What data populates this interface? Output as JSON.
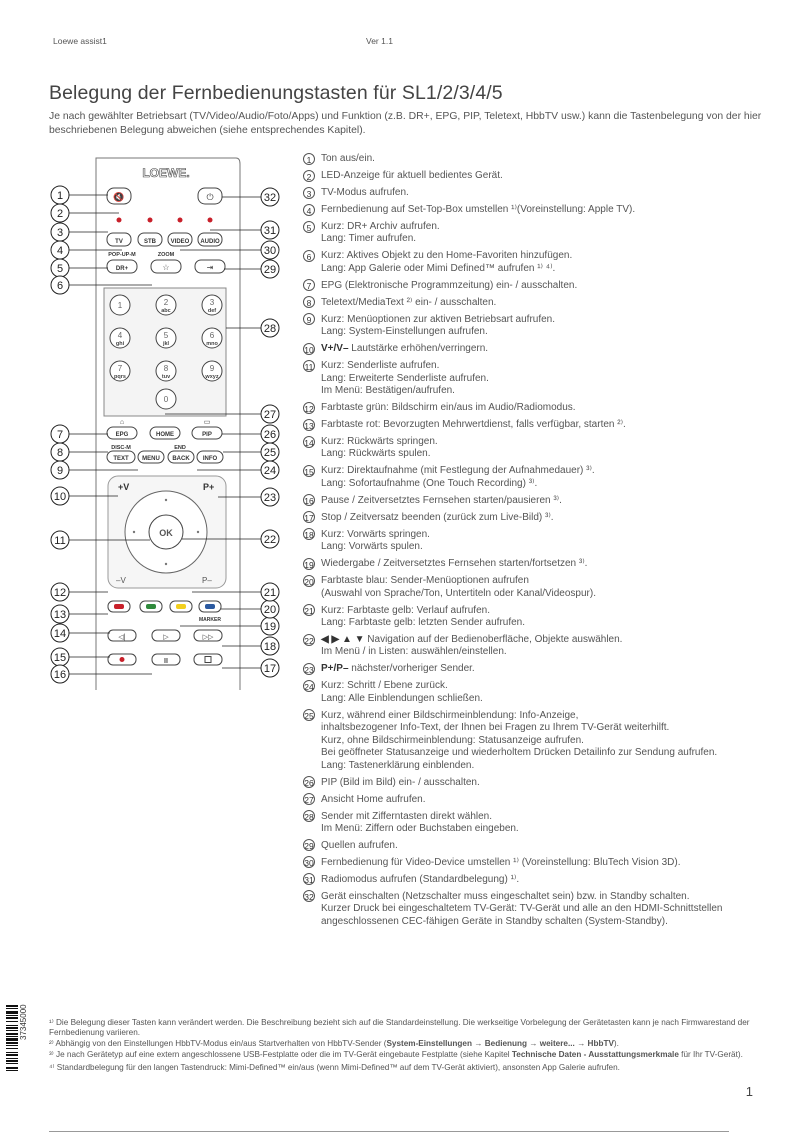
{
  "header": {
    "left": "Loewe assist1",
    "center": "Ver 1.1"
  },
  "title": "Belegung der Fernbedienungstasten für SL1/2/3/4/5",
  "intro": "Je nach gewählter Betriebsart (TV/Video/Audio/Foto/Apps) und Funktion (z.B. DR+, EPG, PIP, Teletext, HbbTV usw.) kann die Tastenbelegung von der hier beschriebenen Belegung abweichen (siehe entsprechendes Kapitel).",
  "remote": {
    "brand": "LOEWE.",
    "buttons": {
      "tv": "TV",
      "stb": "STB",
      "video": "VIDEO",
      "audio": "AUDIO",
      "pop_up_m": "POP-UP-M",
      "zoom": "ZOOM",
      "dr_plus": "DR+",
      "epg": "EPG",
      "home": "HOME",
      "pip": "PIP",
      "disc_m": "DISC-M",
      "end": "END",
      "text": "TEXT",
      "menu": "MENU",
      "back": "BACK",
      "info": "INFO",
      "ok": "OK",
      "v_plus": "+V",
      "v_minus": "–V",
      "p_plus": "P+",
      "p_minus": "P–",
      "marker": "MARKER"
    },
    "digits": [
      {
        "n": "1",
        "l": ""
      },
      {
        "n": "2",
        "l": "abc"
      },
      {
        "n": "3",
        "l": "def"
      },
      {
        "n": "4",
        "l": "ghi"
      },
      {
        "n": "5",
        "l": "jkl"
      },
      {
        "n": "6",
        "l": "mno"
      },
      {
        "n": "7",
        "l": "pqrs"
      },
      {
        "n": "8",
        "l": "tuv"
      },
      {
        "n": "9",
        "l": "wxyz"
      },
      {
        "n": "0",
        "l": ""
      }
    ],
    "callouts": [
      "1",
      "2",
      "3",
      "4",
      "5",
      "6",
      "7",
      "8",
      "9",
      "10",
      "11",
      "12",
      "13",
      "14",
      "15",
      "16",
      "17",
      "18",
      "19",
      "20",
      "21",
      "22",
      "23",
      "24",
      "25",
      "26",
      "27",
      "28",
      "29",
      "30",
      "31",
      "32"
    ]
  },
  "legend": [
    {
      "num": "1",
      "bold": "",
      "lines": [
        "Ton aus/ein."
      ]
    },
    {
      "num": "2",
      "bold": "",
      "lines": [
        "LED-Anzeige für aktuell bedientes Gerät."
      ]
    },
    {
      "num": "3",
      "bold": "",
      "lines": [
        "TV-Modus aufrufen."
      ]
    },
    {
      "num": "4",
      "bold": "",
      "lines": [
        "Fernbedienung auf Set-Top-Box umstellen ¹⁾(Voreinstellung: Apple TV)."
      ]
    },
    {
      "num": "5",
      "bold": "",
      "lines": [
        "Kurz: DR+ Archiv aufrufen.",
        "Lang: Timer aufrufen."
      ]
    },
    {
      "num": "6",
      "bold": "",
      "lines": [
        "Kurz: Aktives Objekt zu den Home-Favoriten hinzufügen.",
        "Lang: App Galerie oder Mimi Defined™ aufrufen ¹⁾ ⁴⁾."
      ]
    },
    {
      "num": "7",
      "bold": "",
      "lines": [
        "EPG (Elektronische Programmzeitung) ein- / ausschalten."
      ]
    },
    {
      "num": "8",
      "bold": "",
      "lines": [
        "Teletext/MediaText ²⁾ ein- / ausschalten."
      ]
    },
    {
      "num": "9",
      "bold": "",
      "lines": [
        "Kurz: Menüoptionen zur aktiven Betriebsart aufrufen.",
        "Lang: System-Einstellungen aufrufen."
      ]
    },
    {
      "num": "10",
      "bold": "V+/V–",
      "lines": [
        " Lautstärke erhöhen/verringern."
      ]
    },
    {
      "num": "11",
      "bold": "",
      "lines": [
        "Kurz: Senderliste aufrufen.",
        "Lang: Erweiterte Senderliste aufrufen.",
        "Im Menü: Bestätigen/aufrufen."
      ]
    },
    {
      "num": "12",
      "bold": "",
      "lines": [
        "Farbtaste grün: Bildschirm ein/aus im Audio/Radiomodus."
      ]
    },
    {
      "num": "13",
      "bold": "",
      "lines": [
        "Farbtaste rot: Bevorzugten Mehrwertdienst, falls verfügbar, starten ²⁾."
      ]
    },
    {
      "num": "14",
      "bold": "",
      "lines": [
        "Kurz: Rückwärts springen.",
        "Lang: Rückwärts spulen."
      ]
    },
    {
      "num": "15",
      "bold": "",
      "lines": [
        "Kurz: Direktaufnahme (mit Festlegung der Aufnahmedauer) ³⁾.",
        "Lang: Sofortaufnahme (One Touch Recording) ³⁾."
      ]
    },
    {
      "num": "16",
      "bold": "",
      "lines": [
        "Pause / Zeitversetztes Fernsehen starten/pausieren ³⁾."
      ]
    },
    {
      "num": "17",
      "bold": "",
      "lines": [
        "Stop / Zeitversatz beenden (zurück zum Live-Bild) ³⁾."
      ]
    },
    {
      "num": "18",
      "bold": "",
      "lines": [
        "Kurz: Vorwärts springen.",
        "Lang: Vorwärts spulen."
      ]
    },
    {
      "num": "19",
      "bold": "",
      "lines": [
        "Wiedergabe / Zeitversetztes Fernsehen starten/fortsetzen ³⁾."
      ]
    },
    {
      "num": "20",
      "bold": "",
      "lines": [
        "Farbtaste blau: Sender-Menüoptionen aufrufen",
        "(Auswahl von Sprache/Ton, Untertiteln oder Kanal/Videospur)."
      ]
    },
    {
      "num": "21",
      "bold": "",
      "lines": [
        "Kurz: Farbtaste gelb: Verlauf aufrufen.",
        "Lang: Farbtaste gelb: letzten Sender aufrufen."
      ]
    },
    {
      "num": "22",
      "bold": "◀ ▶ ▲ ▼",
      "lines": [
        "  Navigation auf der Bedienoberfläche, Objekte auswählen.",
        "Im Menü / in Listen: auswählen/einstellen."
      ]
    },
    {
      "num": "23",
      "bold": "P+/P–",
      "lines": [
        " nächster/vorheriger Sender."
      ]
    },
    {
      "num": "24",
      "bold": "",
      "lines": [
        "Kurz: Schritt / Ebene zurück.",
        "Lang: Alle Einblendungen schließen."
      ]
    },
    {
      "num": "25",
      "bold": "",
      "lines": [
        "Kurz, während einer Bildschirmeinblendung: Info-Anzeige,",
        "inhaltsbezogener Info-Text, der Ihnen bei Fragen zu Ihrem TV-Gerät weiterhilft.",
        "Kurz, ohne Bildschirmeinblendung: Statusanzeige aufrufen.",
        "Bei geöffneter Statusanzeige und wiederholtem Drücken Detailinfo zur Sendung aufrufen.",
        "Lang: Tastenerklärung einblenden."
      ]
    },
    {
      "num": "26",
      "bold": "",
      "lines": [
        "PIP (Bild im Bild) ein- / ausschalten."
      ]
    },
    {
      "num": "27",
      "bold": "",
      "lines": [
        "Ansicht Home aufrufen."
      ]
    },
    {
      "num": "28",
      "bold": "",
      "lines": [
        "Sender mit Zifferntasten direkt wählen.",
        "Im Menü: Ziffern oder Buchstaben eingeben."
      ]
    },
    {
      "num": "29",
      "bold": "",
      "lines": [
        "Quellen aufrufen."
      ]
    },
    {
      "num": "30",
      "bold": "",
      "lines": [
        "Fernbedienung für Video-Device umstellen ¹⁾ (Voreinstellung: BluTech Vision 3D)."
      ]
    },
    {
      "num": "31",
      "bold": "",
      "lines": [
        "Radiomodus aufrufen (Standardbelegung) ¹⁾."
      ]
    },
    {
      "num": "32",
      "bold": "",
      "lines": [
        "Gerät einschalten (Netzschalter muss eingeschaltet sein) bzw. in Standby schalten.",
        "Kurzer Druck bei eingeschaltetem TV-Gerät: TV-Gerät und alle an den HDMI-Schnittstellen",
        "angeschlossenen CEC-fähigen Geräte in Standby schalten (System-Standby)."
      ]
    }
  ],
  "footnotes": {
    "f1": "¹⁾ Die Belegung dieser Tasten kann verändert werden. Die Beschreibung bezieht sich auf die Standardeinstellung. Die werkseitige Vorbelegung der Gerätetasten kann je nach Firmwarestand der Fernbedienung variieren.",
    "f2_pre": "²⁾ Abhängig von den Einstellungen HbbTV-Modus ein/aus Startverhalten von HbbTV-Sender (",
    "f2_bold": "System-Einstellungen → Bedienung → weitere... → HbbTV",
    "f2_post": ").",
    "f3_pre": "³⁾ Je nach Gerätetyp auf eine extern angeschlossene USB-Festplatte oder die im TV-Gerät eingebaute Festplatte (siehe Kapitel ",
    "f3_bold": "Technische Daten - Ausstattungsmerkmale",
    "f3_post": " für Ihr TV-Gerät).",
    "f4": "⁴⁾ Standardbelegung für den langen Tastendruck: Mimi-Defined™ ein/aus (wenn Mimi-Defined™ auf dem TV-Gerät aktiviert), ansonsten App Galerie aufrufen."
  },
  "barcode_number": "37345000",
  "page_number": "1",
  "colors": {
    "red": "#c8202a",
    "green": "#2f8a3c",
    "yellow": "#f2cf1d",
    "blue": "#2b5aa0"
  }
}
